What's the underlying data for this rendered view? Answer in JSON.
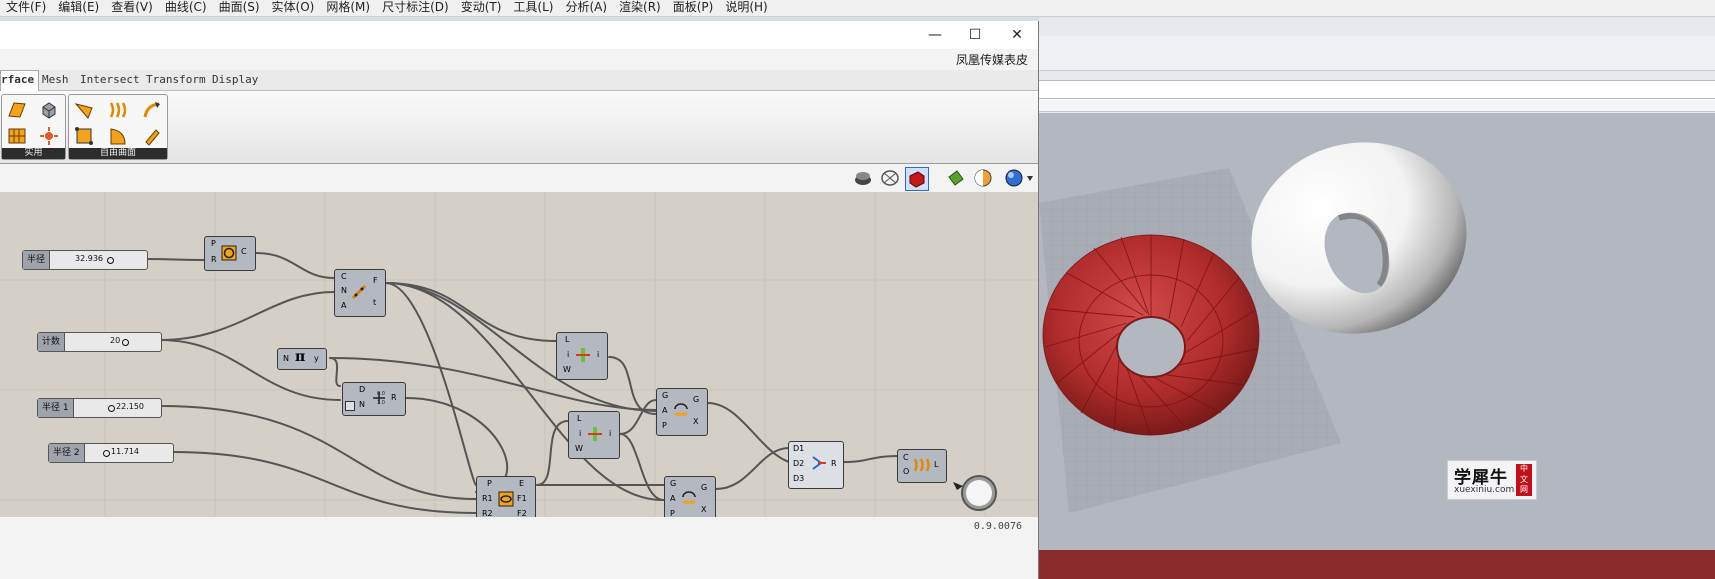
{
  "rhino": {
    "menu": [
      "文件(F)",
      "编辑(E)",
      "查看(V)",
      "曲线(C)",
      "曲面(S)",
      "实体(O)",
      "网格(M)",
      "尺寸标注(D)",
      "变动(T)",
      "工具(L)",
      "分析(A)",
      "渲染(R)",
      "面板(P)",
      "说明(H)"
    ]
  },
  "gh": {
    "window_buttons": {
      "minimize": "—",
      "maximize": "☐",
      "close": "✕"
    },
    "brand": "凤凰传媒表皮",
    "tabs": [
      "rface",
      "Mesh",
      "Intersect",
      "Transform",
      "Display"
    ],
    "ribbon_groups": [
      "实用",
      "自由曲面"
    ],
    "status_value": "0.9.0076"
  },
  "nodes": {
    "radius_slider": {
      "label": "半径",
      "value": "32.936"
    },
    "count_slider": {
      "label": "计数",
      "value": "20"
    },
    "radius1_slider": {
      "label": "半径 1",
      "value": "22.150"
    },
    "radius2_slider": {
      "label": "半径 2",
      "value": "11.714"
    },
    "circle": {
      "in": [
        "P",
        "R"
      ],
      "out": [
        "C"
      ]
    },
    "divide": {
      "in": [
        "C",
        "N",
        "A"
      ],
      "out": [
        "F",
        "t"
      ]
    },
    "pi": {
      "in": [
        "N"
      ],
      "out": [
        "y"
      ]
    },
    "series": {
      "in": [
        "D",
        "N"
      ],
      "out": [
        "R"
      ]
    },
    "interp_a": {
      "in": [
        "L",
        "i",
        "W"
      ],
      "out": [
        "i"
      ]
    },
    "interp_b": {
      "in": [
        "L",
        "i",
        "W"
      ],
      "out": [
        "i"
      ]
    },
    "rotate_a": {
      "in": [
        "G",
        "A",
        "P"
      ],
      "out": [
        "G",
        "X"
      ]
    },
    "rotate_b": {
      "in": [
        "G",
        "A",
        "P"
      ],
      "out": [
        "G",
        "X"
      ]
    },
    "ellipse": {
      "in": [
        "P",
        "R1",
        "R2"
      ],
      "out": [
        "E",
        "F1",
        "F2"
      ]
    },
    "merge": {
      "in": [
        "D1",
        "D2",
        "D3"
      ],
      "out": [
        "R"
      ]
    },
    "loft": {
      "in": [
        "C",
        "O"
      ],
      "out": [
        "L"
      ]
    }
  },
  "watermark": {
    "big": "学犀牛",
    "small": "xuexiniu.com",
    "badge": [
      "中",
      "文",
      "网"
    ]
  },
  "colors": {
    "canvas": "#d4d0c8",
    "node": "#b4b8c0",
    "torus_red": "#b83333",
    "viewport": "#b3b7bf"
  }
}
